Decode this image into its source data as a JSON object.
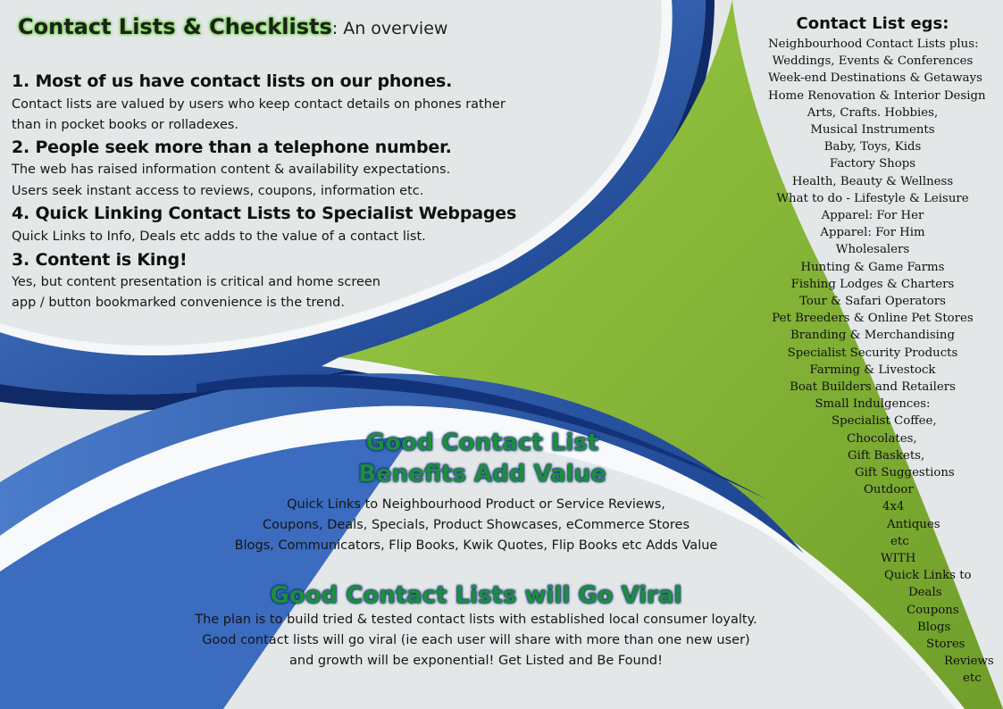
{
  "title": {
    "main": "Contact Lists & Checklists",
    "sub": ": An overview"
  },
  "sections": [
    {
      "heading": "1. Most of us have contact lists on our phones.",
      "lines": [
        "Contact lists are valued by users who keep contact details on phones rather",
        "than in pocket books or rolladexes."
      ]
    },
    {
      "heading": "2. People seek more than a telephone number.",
      "lines": [
        "The web has raised information content & availability expectations.",
        "Users seek instant access to reviews, coupons, information etc."
      ]
    },
    {
      "heading": "4. Quick Linking Contact Lists to Specialist Webpages",
      "lines": [
        "Quick Links to Info, Deals etc adds to the value of a contact list."
      ]
    },
    {
      "heading": "3. Content is King!",
      "lines": [
        "Yes, but content presentation is critical and home screen",
        "app / button bookmarked convenience is the trend."
      ]
    }
  ],
  "examples": {
    "heading": "Contact List egs:",
    "items": [
      "Neighbourhood Contact Lists plus:",
      "Weddings, Events & Conferences",
      "Week-end Destinations & Getaways",
      "Home Renovation & Interior Design",
      "Arts, Crafts. Hobbies,",
      "Musical Instruments",
      "Baby, Toys, Kids",
      "Factory Shops",
      "Health, Beauty & Wellness",
      "What to do - Lifestyle & Leisure",
      "Apparel: For Her",
      "Apparel: For Him",
      "Wholesalers",
      "Hunting & Game Farms",
      "Fishing Lodges & Charters",
      "Tour & Safari Operators",
      "Pet Breeders & Online Pet Stores",
      "Branding & Merchandising",
      "Specialist Security Products",
      "Farming & Livestock",
      "Boat Builders and Retailers",
      "Small Indulgences:",
      "Specialist Coffee,",
      "Chocolates,",
      "Gift Baskets,",
      "Gift Suggestions",
      "Outdoor",
      "4x4",
      "Antiques",
      "etc",
      "WITH",
      "Quick Links to",
      "Deals",
      "Coupons",
      "Blogs",
      "Stores",
      "Reviews",
      "etc"
    ]
  },
  "benefits": {
    "heading_lines": [
      "Good Contact List",
      "Benefits Add Value"
    ],
    "lines": [
      "Quick Links to Neighbourhood Product or Service Reviews,",
      "Coupons, Deals, Specials, Product Showcases, eCommerce Stores",
      "Blogs, Communicators, Flip Books, Kwik Quotes, Flip Books etc Adds Value"
    ]
  },
  "viral": {
    "heading": "Good Contact Lists will Go Viral",
    "lines": [
      "The plan is to build tried & tested contact lists with established local consumer loyalty.",
      "Good contact lists will go viral (ie each user will share with more than one new user)",
      "and growth will be exponential! Get Listed and Be Found!"
    ]
  },
  "colors": {
    "background": "#e3e7e8",
    "blue": "#2f5fae",
    "dark_navy": "#0e2a66",
    "green": "#8ab53a",
    "heading_green": "#1e8d3f"
  }
}
